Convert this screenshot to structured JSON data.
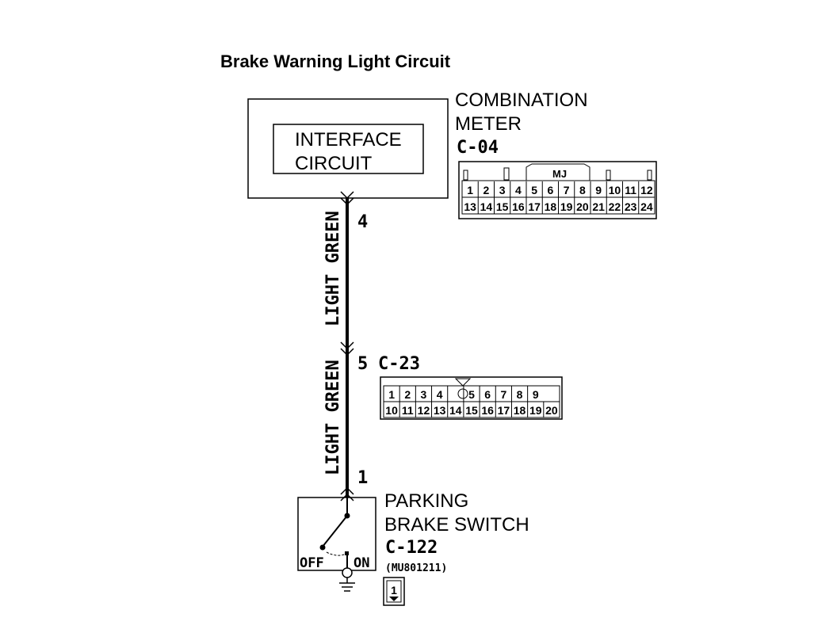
{
  "title": "Brake Warning Light Circuit",
  "combination_meter": {
    "name_line1": "COMBINATION",
    "name_line2": "METER",
    "connector": "C-04",
    "inner_line1": "INTERFACE",
    "inner_line2": "CIRCUIT",
    "tag": "MJ",
    "pins_row1": [
      "1",
      "2",
      "3",
      "4",
      "5",
      "6",
      "7",
      "8",
      "9",
      "10",
      "11",
      "12"
    ],
    "pins_row2": [
      "13",
      "14",
      "15",
      "16",
      "17",
      "18",
      "19",
      "20",
      "21",
      "22",
      "23",
      "24"
    ]
  },
  "wire": {
    "upper_color": "LIGHT GREEN",
    "lower_color": "LIGHT GREEN",
    "pin_meter": "4",
    "pin_joint": "5",
    "pin_switch": "1"
  },
  "joint_connector": {
    "connector": "C-23",
    "pins_row1": [
      "1",
      "2",
      "3",
      "4",
      "",
      "5",
      "6",
      "7",
      "8",
      "9"
    ],
    "pins_row2": [
      "10",
      "11",
      "12",
      "13",
      "14",
      "15",
      "16",
      "17",
      "18",
      "19",
      "20"
    ]
  },
  "parking_brake_switch": {
    "name_line1": "PARKING",
    "name_line2": "BRAKE SWITCH",
    "connector": "C-122",
    "part_number": "(MU801211)",
    "off_label": "OFF",
    "on_label": "ON",
    "box_number": "1"
  }
}
